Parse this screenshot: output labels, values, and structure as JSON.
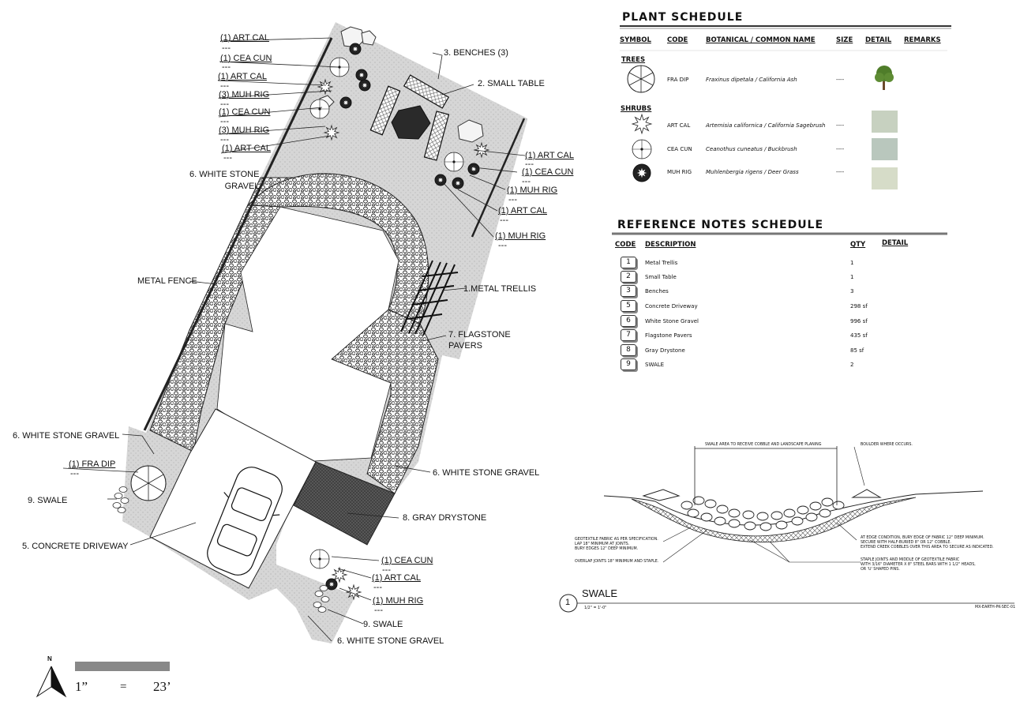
{
  "plan_labels": {
    "l_art1": "(1) ART CAL",
    "l_cea1": "(1) CEA CUN",
    "l_art2": "(1) ART CAL",
    "l_muh1": "(3) MUH RIG",
    "l_cea2": "(1) CEA CUN",
    "l_muh2": "(3) MUH RIG",
    "l_art3": "(1) ART CAL",
    "l_gravel_top": "6. WHITE STONE\nGRAVEL",
    "l_benches": "3. BENCHES (3)",
    "l_table": "2. SMALL TABLE",
    "l_r_art1": "(1) ART CAL",
    "l_r_cea": "(1) CEA CUN",
    "l_r_muh1": "(1) MUH RIG",
    "l_r_art2": "(1) ART CAL",
    "l_r_muh2": "(1) MUH RIG",
    "l_fence": "METAL FENCE",
    "l_trellis": "1.METAL TRELLIS",
    "l_flag": "7. FLAGSTONE\nPAVERS",
    "l_gravel_left": "6. WHITE STONE GRAVEL",
    "l_fra": "(1) FRA DIP",
    "l_swale_left": "9. SWALE",
    "l_gravel_right": "6. WHITE STONE GRAVEL",
    "l_drystone": "8. GRAY DRYSTONE",
    "l_driveway": "5. CONCRETE DRIVEWAY",
    "l_b_cea": "(1) CEA CUN",
    "l_b_art": "(1) ART CAL",
    "l_b_muh": "(1) MUH RIG",
    "l_swale_bottom": "9. SWALE",
    "l_gravel_bottom": "6. WHITE STONE GRAVEL",
    "dash": "---"
  },
  "scale": {
    "north": "N",
    "left": "1”",
    "eq": "=",
    "right": "23’"
  },
  "plant_schedule": {
    "title": "PLANT SCHEDULE",
    "headers": [
      "SYMBOL",
      "CODE",
      "BOTANICAL / COMMON NAME",
      "SIZE",
      "DETAIL",
      "REMARKS"
    ],
    "group_trees": "TREES",
    "group_shrubs": "SHRUBS",
    "rows": [
      {
        "code": "FRA DIP",
        "name": "Fraxinus dipetala / California Ash",
        "size": "----",
        "symbol": "tree-symbol-icon"
      },
      {
        "code": "ART CAL",
        "name": "Artemisia californica / California Sagebrush",
        "size": "----",
        "symbol": "star-shrub-icon"
      },
      {
        "code": "CEA CUN",
        "name": "Ceanothus cuneatus / Buckbrush",
        "size": "----",
        "symbol": "dot-shrub-icon"
      },
      {
        "code": "MUH RIG",
        "name": "Muhlenbergia rigens / Deer Grass",
        "size": "----",
        "symbol": "grass-icon"
      }
    ]
  },
  "notes_schedule": {
    "title": "REFERENCE NOTES SCHEDULE",
    "headers": [
      "CODE",
      "DESCRIPTION",
      "QTY",
      "DETAIL"
    ],
    "rows": [
      {
        "code": "1",
        "desc": "Metal Trellis",
        "qty": "1"
      },
      {
        "code": "2",
        "desc": "Small Table",
        "qty": "1"
      },
      {
        "code": "3",
        "desc": "Benches",
        "qty": "3"
      },
      {
        "code": "5",
        "desc": "Concrete Driveway",
        "qty": "298 sf"
      },
      {
        "code": "6",
        "desc": "White Stone Gravel",
        "qty": "996 sf"
      },
      {
        "code": "7",
        "desc": "Flagstone Pavers",
        "qty": "435 sf"
      },
      {
        "code": "8",
        "desc": "Gray Drystone",
        "qty": "85 sf"
      },
      {
        "code": "9",
        "desc": "SWALE",
        "qty": "2"
      }
    ]
  },
  "section": {
    "top_note": "SWALE AREA TO RECEIVE COBBLE AND LANDSCAPE PLANING",
    "boulder_note": "BOULDER WHERE OCCURS.",
    "note_left1": "GEOTEXTILE FABRIC AS PER SPECIFICATION.\nLAP 18\" MINIMUM AT JOINTS.\nBURY EDGES 12\" DEEP MINIMUM.",
    "note_left2": "OVERLAP JOINTS 18\" MINIMUM AND STAPLE.",
    "note_right1": "AT EDGE CONDITION, BURY EDGE OF FABRIC 12\" DEEP MINIMUM.\nSECURE WITH HALF-BURIED 8\" OR 12\" COBBLE.\nEXTEND CREEK COBBLES OVER THIS AREA TO SECURE AS INDICATED.",
    "note_right2": "STAPLE JOINTS AND MIDDLE OF GEOTEXTILE FABRIC\nWITH 3/16\" DIAMETER X 8\" STEEL BARS WITH 1 1/2\" HEADS,\nOR 'U' SHAPED PINS.",
    "num": "1",
    "title": "SWALE",
    "scale": "1/2\" = 1'-0\"",
    "ref": "MX-EARTH-PK-SEC-01"
  },
  "colors": {
    "gravel": "#d4d4d4",
    "drystone": "#555555",
    "ink": "#111111"
  }
}
